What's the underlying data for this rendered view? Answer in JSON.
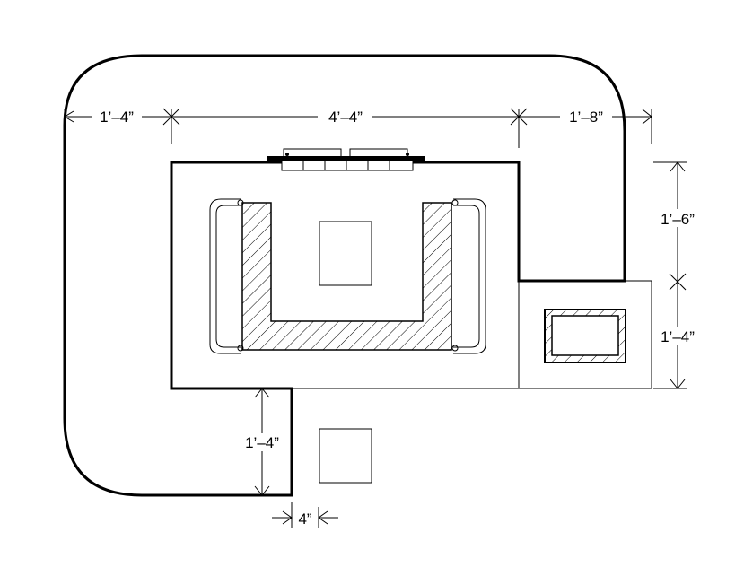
{
  "dimensions": {
    "top_left": "1’–4”",
    "top_middle": "4’–4”",
    "top_right": "1’–8”",
    "right_upper": "1’–6”",
    "right_lower": "1’–4”",
    "bottom_vertical": "1’–4”",
    "bottom_small": "4”"
  },
  "colors": {
    "ink": "#000000",
    "background": "#ffffff"
  }
}
